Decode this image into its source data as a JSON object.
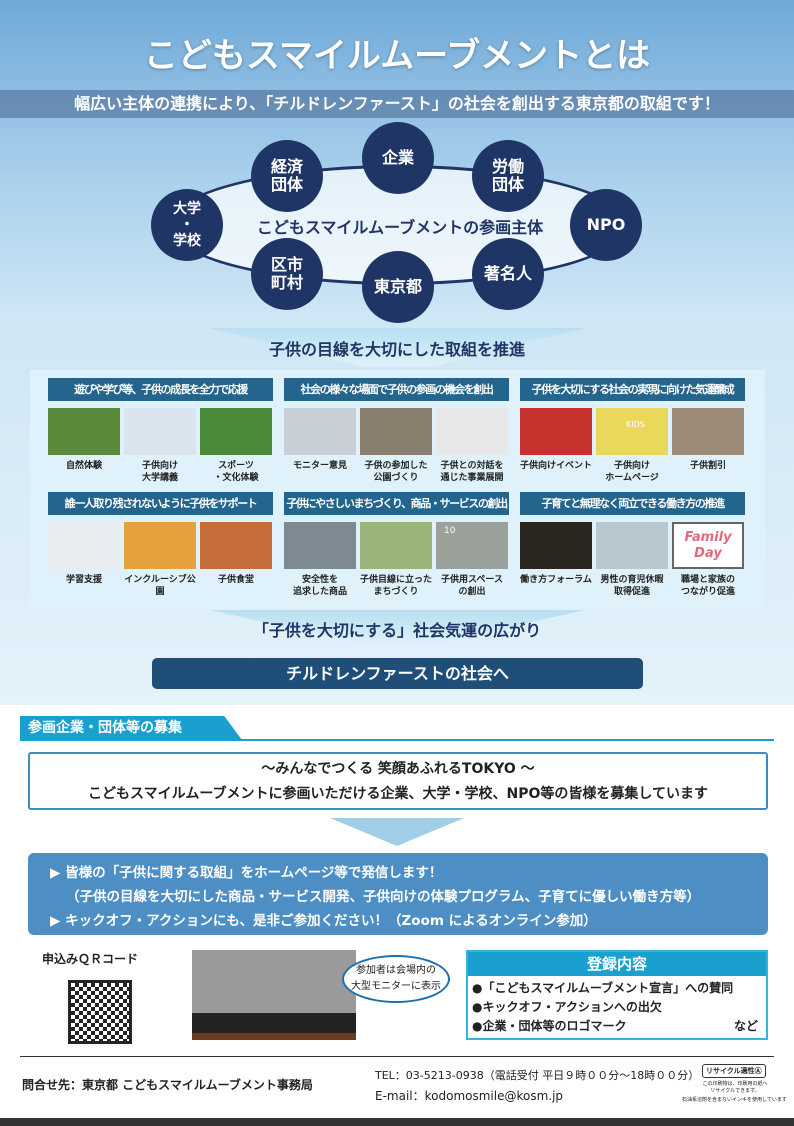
{
  "title": "こどもスマイルムーブメントとは",
  "subtitle": "幅広い主体の連携により、「チルドレンファースト」の社会を創出する東京都の取組です！",
  "diagram": {
    "center": "こどもスマイルムーブメントの参画主体",
    "nodes": [
      "経済\n団体",
      "企業",
      "労働\n団体",
      "大学\n・\n学校",
      "NPO",
      "区市\n町村",
      "東京都",
      "著名人"
    ]
  },
  "arrow1": "子供の目線を大切にした取組を推進",
  "sections": [
    {
      "title": "遊びや学び等、子供の成長を全力で応援",
      "items": [
        "自然体験",
        "子供向け\n大学講義",
        "スポーツ\n・文化体験"
      ]
    },
    {
      "title": "社会の様々な場面で子供の参画の機会を創出",
      "items": [
        "モニター意見",
        "子供の参加した\n公園づくり",
        "子供との対話を\n通じた事業展開"
      ]
    },
    {
      "title": "子供を大切にする社会の実現に向けた気運醸成",
      "items": [
        "子供向けイベント",
        "子供向け\nホームページ",
        "子供割引"
      ]
    },
    {
      "title": "誰一人取り残されないように子供をサポート",
      "items": [
        "学習支援",
        "インクルーシブ公園",
        "子供食堂"
      ]
    },
    {
      "title": "子供にやさしいまちづくり、商品・サービスの創出",
      "items": [
        "安全性を\n追求した商品",
        "子供目線に立った\nまちづくり",
        "子供用スペース\nの創出"
      ]
    },
    {
      "title": "子育てと無理なく両立できる働き方の推進",
      "items": [
        "働き方フォーラム",
        "男性の育児休暇\n取得促進",
        "職場と家族の\nつながり促進"
      ]
    }
  ],
  "photo_text": {
    "kids": "KIDS",
    "family_day": "Family\nDay",
    "sign_number": "10"
  },
  "arrow2": "「子供を大切にする」社会気運の広がり",
  "goal": "チルドレンファーストの社会へ",
  "recruit": {
    "tab": "参画企業・団体等の募集",
    "line1": "～みんなでつくる 笑顔あふれるTOKYO ～",
    "line2": "こどもスマイルムーブメントに参画いただける企業、大学・学校、NPO等の皆様を募集しています",
    "bullets": [
      "皆様の「子供に関する取組」をホームページ等で発信します！",
      "（子供の目線を大切にした商品・サービス開発、子供向けの体験プログラム、子育てに優しい働き方等）",
      "キックオフ・アクションにも、是非ご参加ください！（Zoom によるオンライン参加）"
    ]
  },
  "qr_label": "申込みＱＲコード",
  "bubble": "参加者は会場内の\n大型モニターに表示",
  "registration": {
    "title": "登録内容",
    "items": [
      "●「こどもスマイルムーブメント宣言」への賛同",
      "●キックオフ・アクションへの出欠",
      "●企業・団体等のロゴマーク"
    ],
    "etc": "など"
  },
  "footer": {
    "contact": "問合せ先：東京都 こどもスマイルムーブメント事務局",
    "tel": "TEL：03-5213-0938（電話受付 平日９時００分～18時００分）",
    "email": "E-mail：kodomosmile@kosm.jp",
    "recycle": "リサイクル適性Ⓐ",
    "recycle_note": "この印刷物は、印刷用の紙へ\nリサイクルできます。",
    "ink_note": "石油系溶剤を含まないインキを使用しています"
  }
}
